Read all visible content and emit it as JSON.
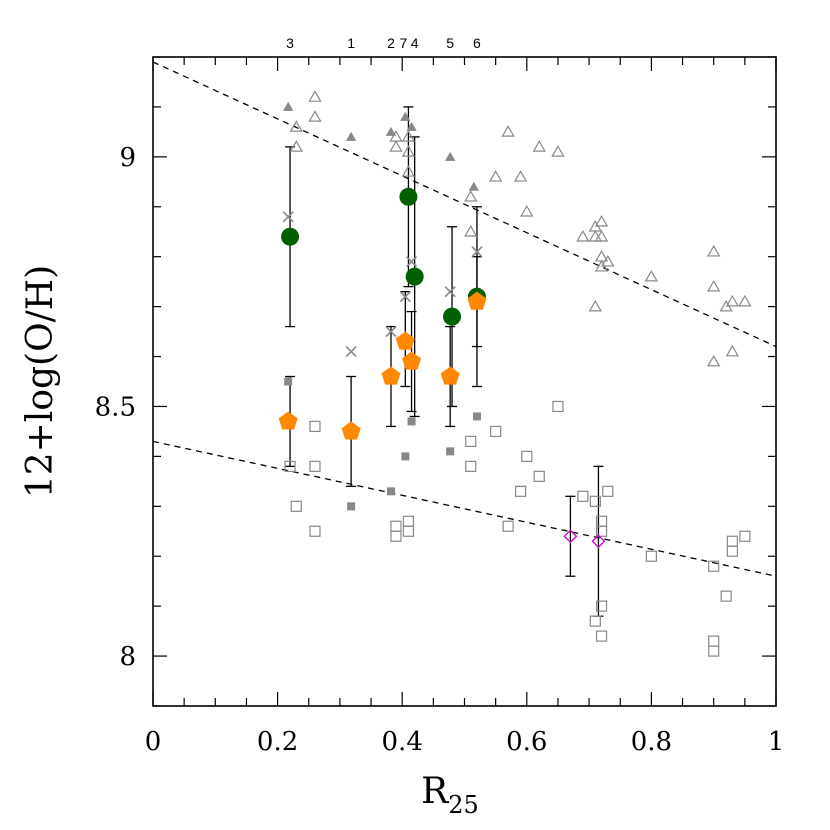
{
  "chart_data": {
    "type": "scatter",
    "xlabel": "R",
    "xlabel_sub": "25",
    "ylabel": "12+log(O/H)",
    "xlim": [
      0,
      1
    ],
    "ylim": [
      7.9,
      9.2
    ],
    "xticks": [
      0,
      0.2,
      0.4,
      0.6,
      0.8,
      1
    ],
    "xtick_labels": [
      "0",
      "0.2",
      "0.4",
      "0.6",
      "0.8",
      "1"
    ],
    "yticks": [
      8,
      8.5,
      9
    ],
    "ytick_labels": [
      "8",
      "8.5",
      "9"
    ],
    "grid": false,
    "top_labels": [
      {
        "text": "3",
        "x": 0.22
      },
      {
        "text": "1",
        "x": 0.318
      },
      {
        "text": "2",
        "x": 0.382
      },
      {
        "text": "7",
        "x": 0.402
      },
      {
        "text": "4",
        "x": 0.42
      },
      {
        "text": "5",
        "x": 0.477
      },
      {
        "text": "6",
        "x": 0.52
      }
    ],
    "lines": [
      {
        "name": "upper-fit",
        "style": "dashed",
        "points": [
          [
            0,
            9.19
          ],
          [
            1,
            8.62
          ]
        ]
      },
      {
        "name": "lower-fit",
        "style": "dashed",
        "points": [
          [
            0,
            8.43
          ],
          [
            1,
            8.16
          ]
        ]
      }
    ],
    "series": [
      {
        "marker": "open-triangle",
        "color": "#888888",
        "points": [
          [
            0.23,
            9.06
          ],
          [
            0.23,
            9.02
          ],
          [
            0.26,
            9.12
          ],
          [
            0.26,
            9.08
          ],
          [
            0.39,
            9.04
          ],
          [
            0.39,
            9.02
          ],
          [
            0.41,
            9.04
          ],
          [
            0.41,
            9.01
          ],
          [
            0.41,
            8.97
          ],
          [
            0.51,
            8.92
          ],
          [
            0.51,
            8.85
          ],
          [
            0.55,
            8.96
          ],
          [
            0.57,
            9.05
          ],
          [
            0.59,
            8.96
          ],
          [
            0.6,
            8.89
          ],
          [
            0.62,
            9.02
          ],
          [
            0.65,
            9.01
          ],
          [
            0.69,
            8.84
          ],
          [
            0.71,
            8.86
          ],
          [
            0.71,
            8.84
          ],
          [
            0.72,
            8.87
          ],
          [
            0.72,
            8.84
          ],
          [
            0.72,
            8.8
          ],
          [
            0.72,
            8.78
          ],
          [
            0.73,
            8.79
          ],
          [
            0.71,
            8.7
          ],
          [
            0.8,
            8.76
          ],
          [
            0.9,
            8.81
          ],
          [
            0.9,
            8.74
          ],
          [
            0.92,
            8.7
          ],
          [
            0.93,
            8.71
          ],
          [
            0.95,
            8.71
          ],
          [
            0.9,
            8.59
          ],
          [
            0.93,
            8.61
          ]
        ]
      },
      {
        "marker": "filled-triangle",
        "color": "#888888",
        "points": [
          [
            0.217,
            9.1
          ],
          [
            0.318,
            9.04
          ],
          [
            0.382,
            9.05
          ],
          [
            0.405,
            9.08
          ],
          [
            0.415,
            9.06
          ],
          [
            0.477,
            9.0
          ],
          [
            0.515,
            8.94
          ]
        ]
      },
      {
        "marker": "cross",
        "color": "#888888",
        "points": [
          [
            0.217,
            8.88
          ],
          [
            0.318,
            8.61
          ],
          [
            0.382,
            8.65
          ],
          [
            0.405,
            8.72
          ],
          [
            0.415,
            8.79
          ],
          [
            0.477,
            8.73
          ],
          [
            0.52,
            8.81
          ]
        ]
      },
      {
        "marker": "filled-circle",
        "color": "#005f00",
        "points": [
          [
            0.22,
            8.84
          ],
          [
            0.41,
            8.92
          ],
          [
            0.42,
            8.76
          ],
          [
            0.48,
            8.68
          ],
          [
            0.52,
            8.72
          ]
        ]
      },
      {
        "marker": "filled-pentagon",
        "color": "#ff8800",
        "points": [
          [
            0.217,
            8.47
          ],
          [
            0.318,
            8.45
          ],
          [
            0.382,
            8.56
          ],
          [
            0.405,
            8.63
          ],
          [
            0.415,
            8.59
          ],
          [
            0.477,
            8.56
          ],
          [
            0.52,
            8.71
          ]
        ]
      },
      {
        "marker": "filled-square",
        "color": "#888888",
        "points": [
          [
            0.217,
            8.55
          ],
          [
            0.318,
            8.3
          ],
          [
            0.382,
            8.33
          ],
          [
            0.405,
            8.4
          ],
          [
            0.415,
            8.47
          ],
          [
            0.477,
            8.41
          ],
          [
            0.52,
            8.48
          ]
        ]
      },
      {
        "marker": "open-square",
        "color": "#888888",
        "points": [
          [
            0.22,
            8.38
          ],
          [
            0.23,
            8.3
          ],
          [
            0.26,
            8.46
          ],
          [
            0.26,
            8.38
          ],
          [
            0.26,
            8.25
          ],
          [
            0.39,
            8.26
          ],
          [
            0.39,
            8.24
          ],
          [
            0.41,
            8.27
          ],
          [
            0.41,
            8.25
          ],
          [
            0.51,
            8.43
          ],
          [
            0.51,
            8.38
          ],
          [
            0.55,
            8.45
          ],
          [
            0.57,
            8.26
          ],
          [
            0.59,
            8.33
          ],
          [
            0.6,
            8.4
          ],
          [
            0.62,
            8.36
          ],
          [
            0.65,
            8.5
          ],
          [
            0.69,
            8.32
          ],
          [
            0.71,
            8.31
          ],
          [
            0.72,
            8.27
          ],
          [
            0.72,
            8.25
          ],
          [
            0.73,
            8.33
          ],
          [
            0.71,
            8.07
          ],
          [
            0.72,
            8.1
          ],
          [
            0.72,
            8.04
          ],
          [
            0.8,
            8.2
          ],
          [
            0.9,
            8.18
          ],
          [
            0.92,
            8.12
          ],
          [
            0.93,
            8.23
          ],
          [
            0.93,
            8.21
          ],
          [
            0.95,
            8.24
          ],
          [
            0.9,
            8.03
          ],
          [
            0.9,
            8.01
          ]
        ]
      },
      {
        "marker": "open-diamond",
        "color": "#cc00cc",
        "points": [
          [
            0.67,
            8.24
          ],
          [
            0.715,
            8.23
          ]
        ]
      }
    ],
    "error_bars": [
      {
        "x": 0.22,
        "low": 8.66,
        "high": 9.02
      },
      {
        "x": 0.41,
        "low": 8.74,
        "high": 9.1
      },
      {
        "x": 0.42,
        "low": 8.48,
        "high": 9.04
      },
      {
        "x": 0.48,
        "low": 8.5,
        "high": 8.86
      },
      {
        "x": 0.52,
        "low": 8.54,
        "high": 8.9
      },
      {
        "x": 0.22,
        "low": 8.38,
        "high": 8.56
      },
      {
        "x": 0.318,
        "low": 8.34,
        "high": 8.56
      },
      {
        "x": 0.382,
        "low": 8.46,
        "high": 8.66
      },
      {
        "x": 0.405,
        "low": 8.54,
        "high": 8.73
      },
      {
        "x": 0.415,
        "low": 8.49,
        "high": 8.69
      },
      {
        "x": 0.477,
        "low": 8.46,
        "high": 8.66
      },
      {
        "x": 0.52,
        "low": 8.62,
        "high": 8.8
      },
      {
        "x": 0.67,
        "low": 8.16,
        "high": 8.32
      },
      {
        "x": 0.715,
        "low": 8.08,
        "high": 8.38
      }
    ]
  }
}
